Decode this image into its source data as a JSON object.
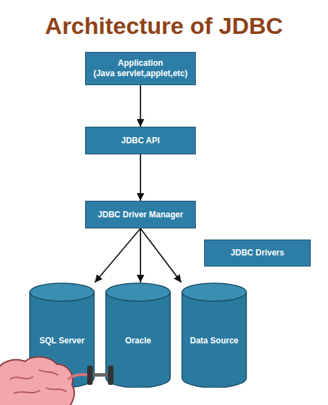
{
  "diagram": {
    "title": "Architecture of JDBC",
    "nodes": [
      {
        "text": [
          "Application",
          "(Java servlet,applet,etc)"
        ]
      },
      {
        "text": [
          "JDBC API"
        ]
      },
      {
        "text": [
          "JDBC Driver Manager"
        ]
      },
      {
        "text": [
          "JDBC Drivers"
        ]
      },
      {
        "text": [
          "SQL Server"
        ]
      },
      {
        "text": [
          "Oracle"
        ]
      },
      {
        "text": [
          "Data Source"
        ]
      }
    ],
    "edges": [
      {
        "from": 0,
        "to": 1,
        "arrow": "to"
      },
      {
        "from": 1,
        "to": 2,
        "arrow": "to"
      },
      {
        "from": 2,
        "to": 4,
        "arrow": "to"
      },
      {
        "from": 2,
        "to": 5,
        "arrow": "to"
      },
      {
        "from": 2,
        "to": 6,
        "arrow": "to"
      }
    ]
  }
}
